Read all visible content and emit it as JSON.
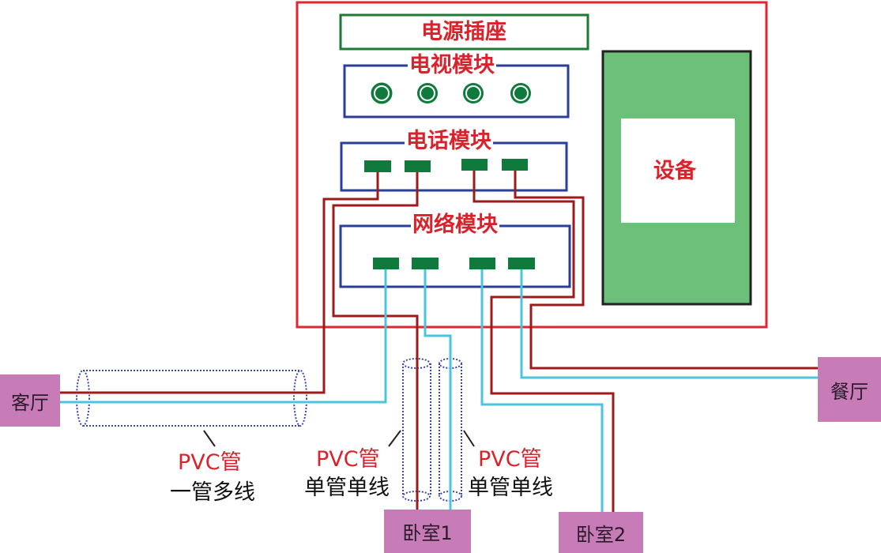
{
  "panel": {
    "power_socket": "电源插座",
    "tv_module": "电视模块",
    "phone_module": "电话模块",
    "network_module": "网络模块",
    "equipment": "设备"
  },
  "rooms": {
    "living_room": "客厅",
    "dining_room": "餐厅",
    "bedroom1": "卧室1",
    "bedroom2": "卧室2"
  },
  "notes": {
    "pvc_left_title": "PVC管",
    "pvc_left_desc": "一管多线",
    "pvc_mid_title": "PVC管",
    "pvc_mid_desc": "单管单线",
    "pvc_right_title": "PVC管",
    "pvc_right_desc": "单管单线"
  },
  "colors": {
    "enclosure": "#e0262f",
    "module_border": "#2a3f9c",
    "power_border": "#1d7a35",
    "port": "#0f7a3c",
    "equipment_fill": "#6cc07a",
    "phone_wire": "#9e1b1b",
    "network_wire": "#4cc4dc",
    "conduit": "#3a4aa8",
    "room": "#c77bb7"
  }
}
